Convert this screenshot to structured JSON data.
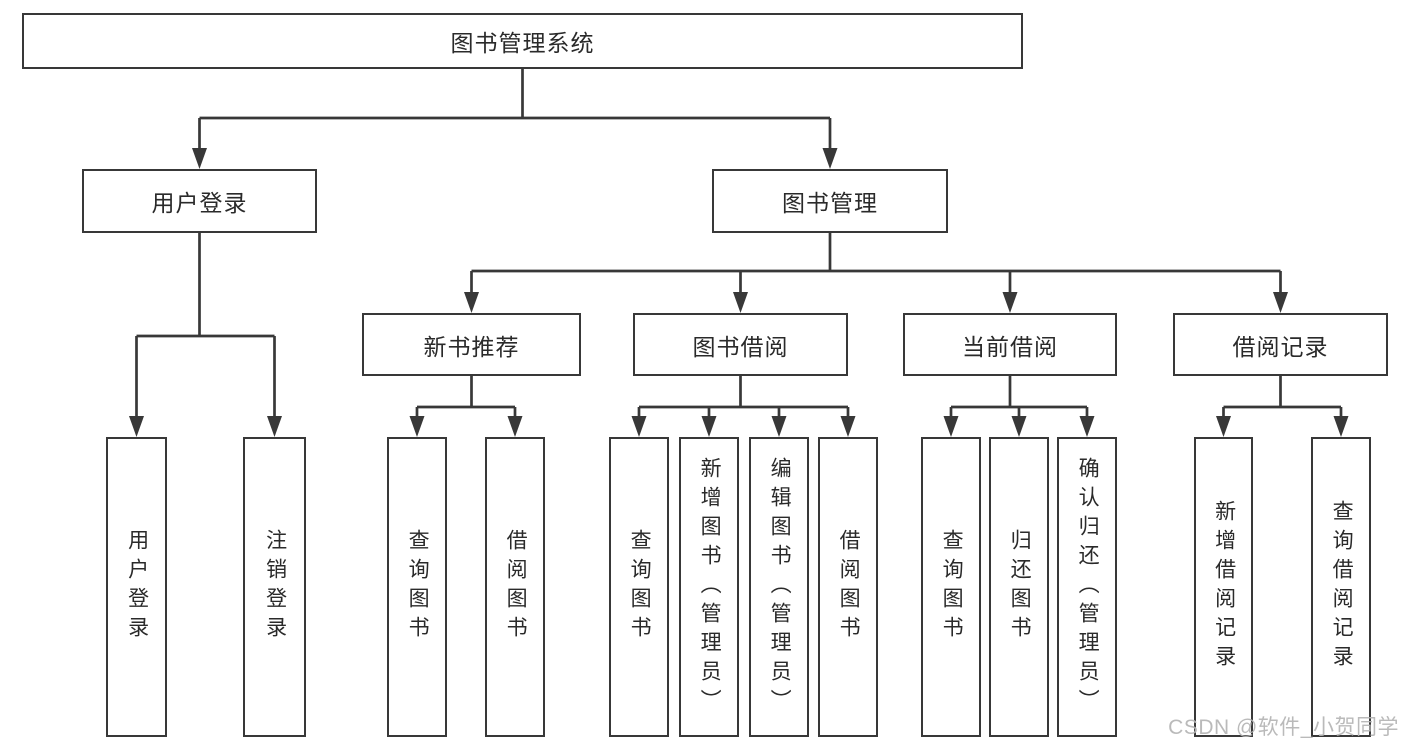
{
  "colors": {
    "line": "#383838",
    "text": "#2a2a2a",
    "watermark": "#b5b5b5",
    "background": "#ffffff"
  },
  "diagram": {
    "root": {
      "label": "图书管理系统",
      "children": [
        {
          "label": "用户登录",
          "children": [
            {
              "label": "用户登录"
            },
            {
              "label": "注销登录"
            }
          ]
        },
        {
          "label": "图书管理",
          "children": [
            {
              "label": "新书推荐",
              "children": [
                {
                  "label": "查询图书"
                },
                {
                  "label": "借阅图书"
                }
              ]
            },
            {
              "label": "图书借阅",
              "children": [
                {
                  "label": "查询图书"
                },
                {
                  "label": "新增图书（管理员）"
                },
                {
                  "label": "编辑图书（管理员）"
                },
                {
                  "label": "借阅图书"
                }
              ]
            },
            {
              "label": "当前借阅",
              "children": [
                {
                  "label": "查询图书"
                },
                {
                  "label": "归还图书"
                },
                {
                  "label": "确认归还（管理员）"
                }
              ]
            },
            {
              "label": "借阅记录",
              "children": [
                {
                  "label": "新增借阅记录"
                },
                {
                  "label": "查询借阅记录"
                }
              ]
            }
          ]
        }
      ]
    }
  },
  "watermark": {
    "text": "CSDN @软件_小贺同学"
  }
}
